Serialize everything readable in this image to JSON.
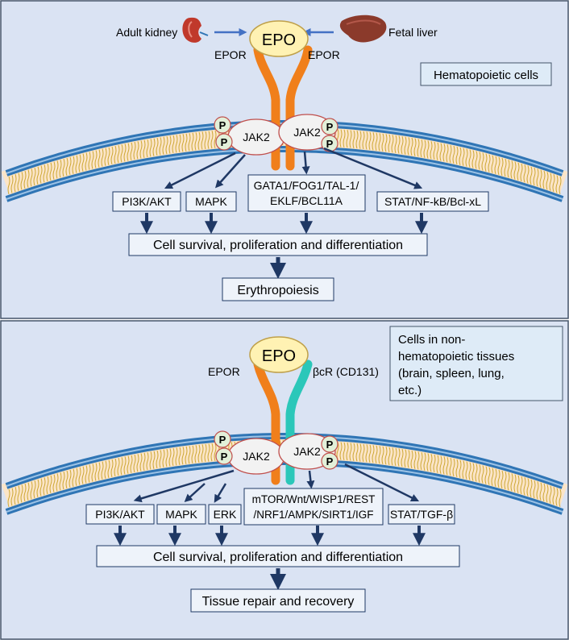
{
  "colors": {
    "panel_bg": "#dae3f3",
    "panel_border": "#44546a",
    "membrane_blue": "#2f75b5",
    "membrane_core": "#fbe5c8",
    "lipid_tail": "#c9a227",
    "epor_orange": "#f07f1b",
    "bcr_teal": "#2bc7b9",
    "epo_fill": "#fff2b3",
    "jak_fill": "#f2f2f2",
    "jak_stroke": "#c0504d",
    "p_fill": "#e2f0d9",
    "arrow_navy": "#1f3864",
    "side_arrow": "#4472c4"
  },
  "top_panel": {
    "epo": "EPO",
    "organ_left": "Adult kidney",
    "organ_right": "Fetal liver",
    "organ_left_icon": "kidney-icon",
    "organ_right_icon": "liver-icon",
    "receptor_left": "EPOR",
    "receptor_right": "EPOR",
    "cell_type": "Hematopoietic cells",
    "jak_left": "JAK2",
    "jak_right": "JAK2",
    "phospho": "P",
    "pathways": {
      "pi3k": "PI3K/AKT",
      "mapk": "MAPK",
      "gata_line1": "GATA1/FOG1/TAL-1/",
      "gata_line2": "EKLF/BCL11A",
      "stat": "STAT/NF-kB/Bcl-xL"
    },
    "outcome": "Cell survival, proliferation and differentiation",
    "result": "Erythropoiesis"
  },
  "bottom_panel": {
    "epo": "EPO",
    "receptor_left": "EPOR",
    "receptor_right": "βcR (CD131)",
    "cell_type_lines": [
      "Cells in non-",
      "hematopoietic tissues",
      "(brain, spleen, lung,",
      "etc.)"
    ],
    "jak_left": "JAK2",
    "jak_right": "JAK2",
    "phospho": "P",
    "pathways": {
      "pi3k": "PI3K/AKT",
      "mapk": "MAPK",
      "erk": "ERK",
      "mtor_line1": "mTOR/Wnt/WISP1/REST",
      "mtor_line2": "/NRF1/AMPK/SIRT1/IGF",
      "stat": "STAT/TGF-β"
    },
    "outcome": "Cell survival, proliferation and differentiation",
    "result": "Tissue repair and recovery"
  }
}
